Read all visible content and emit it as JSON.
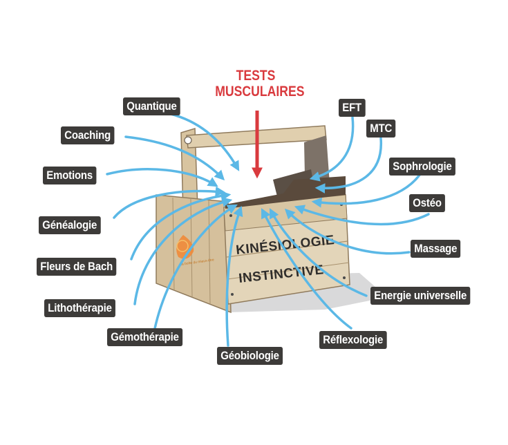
{
  "title": {
    "line1": "TESTS",
    "line2": "MUSCULAIRES"
  },
  "box_label": {
    "line1": "KINÉSIOLOGIE",
    "line2": "INSTINCTIVE",
    "logo_text": "la boîte du mieux-être"
  },
  "labels": {
    "quantique": "Quantique",
    "coaching": "Coaching",
    "emotions": "Emotions",
    "genealogie": "Généalogie",
    "fleurs_de_bach": "Fleurs de Bach",
    "lithotherapie": "Lithothérapie",
    "gemotherapie": "Gémothérapie",
    "geobiologie": "Géobiologie",
    "reflexologie": "Réflexologie",
    "energie_universelle": "Energie universelle",
    "massage": "Massage",
    "osteo": "Ostéo",
    "sophrologie": "Sophrologie",
    "mtc": "MTC",
    "eft": "EFT"
  },
  "colors": {
    "arrow_blue": "#5bb8e6",
    "title_red": "#d93a3e",
    "label_bg": "#3d3b39",
    "wood": "#d9c7a6"
  }
}
